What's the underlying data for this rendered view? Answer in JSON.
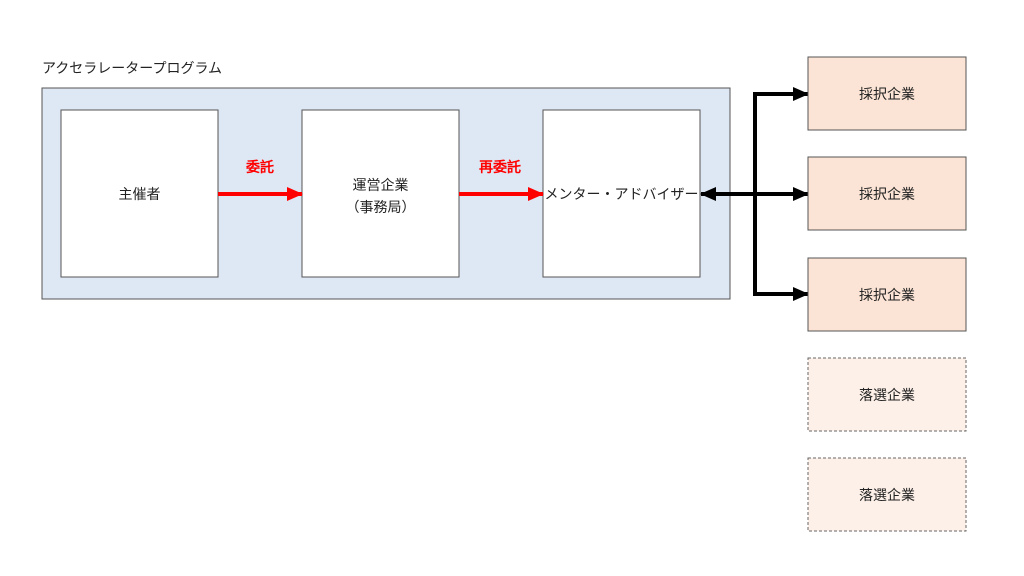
{
  "program": {
    "title": "アクセラレータープログラム"
  },
  "nodes": {
    "organizer": "主催者",
    "operator_line1": "運営企業",
    "operator_line2": "（事務局）",
    "mentor": "メンター・アドバイザー"
  },
  "edges": {
    "commission": "委託",
    "recommission": "再委託"
  },
  "selected": [
    "採択企業",
    "採択企業",
    "採択企業"
  ],
  "rejected": [
    "落選企業",
    "落選企業"
  ],
  "colors": {
    "program_bg": "#dee8f4",
    "selected_bg": "#fbe4d5",
    "rejected_bg": "#fdf0e8",
    "arrow_red": "#ff0000",
    "arrow_black": "#000000"
  }
}
